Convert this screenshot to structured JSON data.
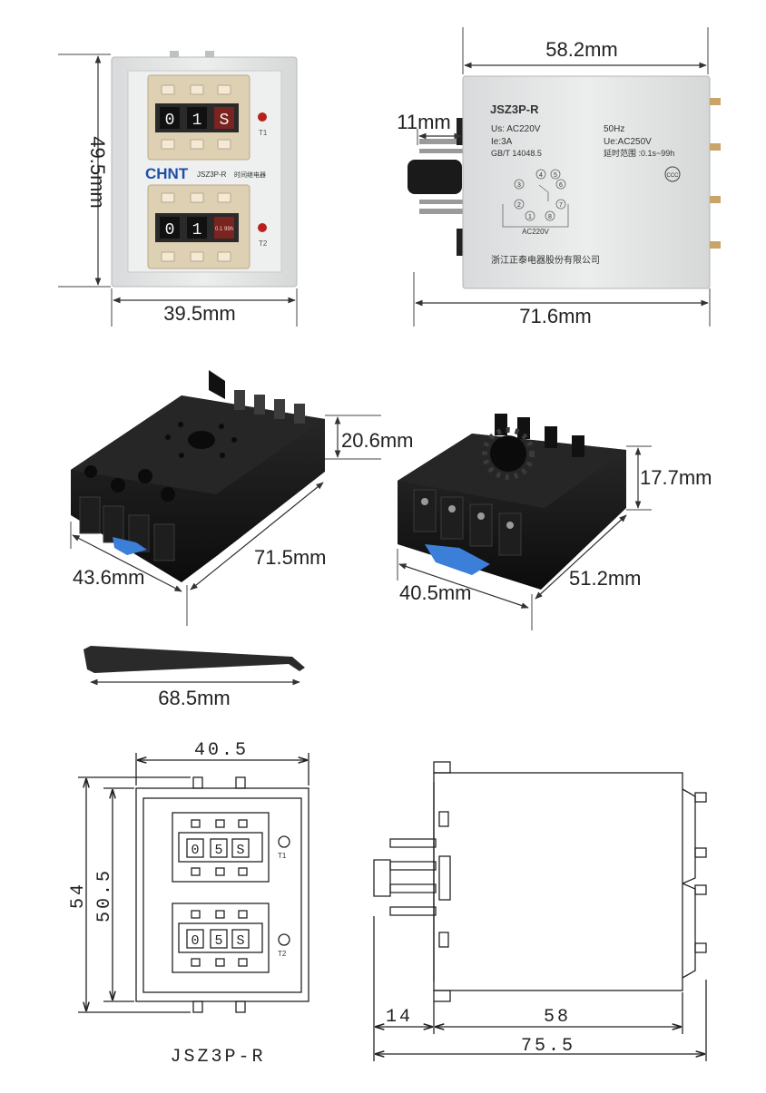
{
  "front_photo": {
    "brand": "CHNT",
    "model": "JSZ3P-R",
    "model_cn": "时间继电器",
    "dial_top": [
      "0",
      "1",
      "S"
    ],
    "dial_bottom": [
      "0",
      "1",
      "0.1 99h"
    ],
    "led_labels": [
      "T1",
      "T2"
    ],
    "height_label": "49.5mm",
    "width_label": "39.5mm"
  },
  "side_photo": {
    "model": "JSZ3P-R",
    "spec_left": [
      "Us: AC220V",
      "Ie:3A",
      "GB/T 14048.5"
    ],
    "spec_right": [
      "50Hz",
      "Ue:AC250V",
      "延时范围 :0.1s~99h"
    ],
    "pin_numbers": [
      "4",
      "5",
      "3",
      "6",
      "2",
      "7",
      "1",
      "8"
    ],
    "wiring_label": "AC220V",
    "manufacturer": "浙江正泰电器股份有限公司",
    "cert_mark": "CCC",
    "depth_label": "58.2mm",
    "pin_label": "11mm",
    "total_label": "71.6mm"
  },
  "socket_a": {
    "height_label": "20.6mm",
    "length_label": "71.5mm",
    "width_label": "43.6mm"
  },
  "socket_b": {
    "height_label": "17.7mm",
    "length_label": "51.2mm",
    "width_label": "40.5mm"
  },
  "clip": {
    "length_label": "68.5mm"
  },
  "front_drawing": {
    "width_label": "40.5",
    "height_outer_label": "54",
    "height_inner_label": "50.5",
    "dial_values": [
      "0",
      "5",
      "S"
    ],
    "led_labels": [
      "T1",
      "T2"
    ],
    "caption": "JSZ3P-R"
  },
  "side_drawing": {
    "pin_label": "14",
    "body_label": "58",
    "total_label": "75.5"
  },
  "colors": {
    "relay_body": "#e4e6e6",
    "faceplate": "#ddd0b3",
    "socket": "#141414",
    "clip_blue": "#3b7fd9",
    "brand_blue": "#1d4fa8",
    "led_red": "#b8201e"
  }
}
